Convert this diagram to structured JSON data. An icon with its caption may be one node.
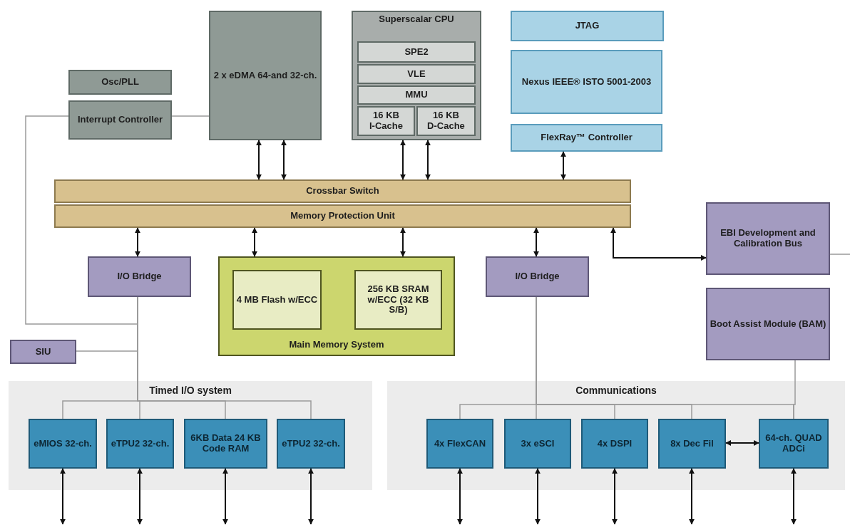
{
  "diagram": {
    "nodes": [
      {
        "text": [
          "Osc/PLL"
        ]
      },
      {
        "text": [
          "Interrupt Controller"
        ]
      },
      {
        "text": [
          "2 x eDMA 64-and 32-ch."
        ]
      },
      {
        "text": [
          "Superscalar CPU"
        ]
      },
      {
        "text": [
          "SPE2"
        ],
        "in": 3
      },
      {
        "text": [
          "VLE"
        ],
        "in": 3
      },
      {
        "text": [
          "MMU"
        ],
        "in": 3
      },
      {
        "text": [
          "16 KB I-Cache"
        ],
        "in": 3
      },
      {
        "text": [
          "16 KB D-Cache"
        ],
        "in": 3
      },
      {
        "text": [
          "JTAG"
        ]
      },
      {
        "text": [
          "Nexus IEEE® ISTO 5001-2003"
        ]
      },
      {
        "text": [
          "FlexRay™ Controller"
        ]
      },
      {
        "text": [
          "Crossbar Switch"
        ]
      },
      {
        "text": [
          "Memory Protection Unit"
        ]
      },
      {
        "text": [
          "I/O Bridge"
        ]
      },
      {
        "text": [
          "Main Memory System"
        ]
      },
      {
        "text": [
          "4 MB Flash w/ECC"
        ],
        "in": 15
      },
      {
        "text": [
          "256 KB SRAM w/ECC (32 KB S/B)"
        ],
        "in": 15
      },
      {
        "text": [
          "I/O Bridge"
        ]
      },
      {
        "text": [
          "EBI Development and Calibration Bus"
        ]
      },
      {
        "text": [
          "Boot Assist Module (BAM)"
        ]
      },
      {
        "text": [
          "SIU"
        ]
      },
      {
        "text": [
          "Timed I/O system"
        ]
      },
      {
        "text": [
          "eMIOS 32-ch."
        ],
        "in": 22
      },
      {
        "text": [
          "eTPU2 32-ch."
        ],
        "in": 22
      },
      {
        "text": [
          "6KB Data 24 KB Code RAM"
        ],
        "in": 22
      },
      {
        "text": [
          "eTPU2 32-ch."
        ],
        "in": 22
      },
      {
        "text": [
          "Communications"
        ]
      },
      {
        "text": [
          "4x FlexCAN"
        ],
        "in": 27
      },
      {
        "text": [
          "3x eSCI"
        ],
        "in": 27
      },
      {
        "text": [
          "4x DSPI"
        ],
        "in": 27
      },
      {
        "text": [
          "8x Dec Fil"
        ],
        "in": 27
      },
      {
        "text": [
          "64-ch. QUAD ADCi"
        ],
        "in": 27
      }
    ],
    "edges": [
      {
        "from": 2,
        "to": 12,
        "arrow": "both"
      },
      {
        "from": 2,
        "to": 12,
        "arrow": "both"
      },
      {
        "from": 3,
        "to": 12,
        "arrow": "both"
      },
      {
        "from": 3,
        "to": 12,
        "arrow": "both"
      },
      {
        "from": 11,
        "to": 12,
        "arrow": "both"
      },
      {
        "from": 1,
        "to": 2,
        "arrow": "none",
        "color": "#9a9a9a"
      },
      {
        "from": 1,
        "to": 14,
        "arrow": "none",
        "color": "#9a9a9a"
      },
      {
        "from": 21,
        "to": 14,
        "arrow": "none",
        "color": "#9a9a9a"
      },
      {
        "from": 13,
        "to": 14,
        "arrow": "both"
      },
      {
        "from": 13,
        "to": 15,
        "arrow": "both"
      },
      {
        "from": 13,
        "to": 15,
        "arrow": "both"
      },
      {
        "from": 13,
        "to": 18,
        "arrow": "both"
      },
      {
        "from": 13,
        "to": 19,
        "arrow": "both"
      },
      {
        "from": 19,
        "to": null,
        "arrow": "none",
        "color": "#9a9a9a"
      },
      {
        "from": 14,
        "to": 23,
        "arrow": "none",
        "color": "#9a9a9a"
      },
      {
        "from": 14,
        "to": 24,
        "arrow": "none",
        "color": "#9a9a9a"
      },
      {
        "from": 14,
        "to": 25,
        "arrow": "none",
        "color": "#9a9a9a"
      },
      {
        "from": 14,
        "to": 26,
        "arrow": "none",
        "color": "#9a9a9a"
      },
      {
        "from": 18,
        "to": 28,
        "arrow": "none",
        "color": "#9a9a9a"
      },
      {
        "from": 18,
        "to": 29,
        "arrow": "none",
        "color": "#9a9a9a"
      },
      {
        "from": 18,
        "to": 30,
        "arrow": "none",
        "color": "#9a9a9a"
      },
      {
        "from": 18,
        "to": 31,
        "arrow": "none",
        "color": "#9a9a9a"
      },
      {
        "from": 18,
        "to": 32,
        "arrow": "none",
        "color": "#9a9a9a"
      },
      {
        "from": 20,
        "to": 32,
        "arrow": "none",
        "color": "#9a9a9a"
      },
      {
        "from": 31,
        "to": 32,
        "arrow": "both"
      },
      {
        "from": 23,
        "to": null,
        "arrow": "both"
      },
      {
        "from": 24,
        "to": null,
        "arrow": "both"
      },
      {
        "from": 25,
        "to": null,
        "arrow": "both"
      },
      {
        "from": 26,
        "to": null,
        "arrow": "both"
      },
      {
        "from": 28,
        "to": null,
        "arrow": "both"
      },
      {
        "from": 29,
        "to": null,
        "arrow": "both"
      },
      {
        "from": 30,
        "to": null,
        "arrow": "both"
      },
      {
        "from": 31,
        "to": null,
        "arrow": "both"
      },
      {
        "from": 32,
        "to": null,
        "arrow": "both"
      }
    ]
  }
}
